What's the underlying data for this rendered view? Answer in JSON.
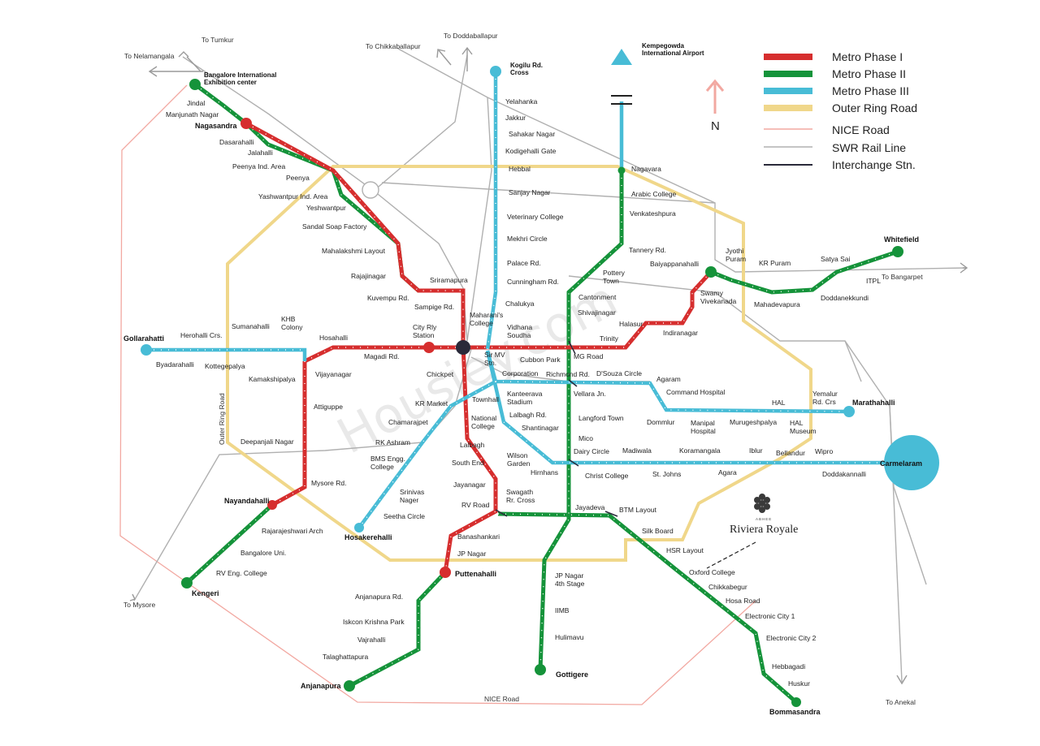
{
  "colors": {
    "phase1": "#d62e2e",
    "phase2": "#15933a",
    "phase3": "#48bcd6",
    "orr": "#f0d78a",
    "nice": "#e7857d",
    "swr": "#9a9a9a",
    "interchange": "#2a2a3a"
  },
  "legend": {
    "items": [
      {
        "label": "Metro Phase I",
        "color": "#d62e2e"
      },
      {
        "label": "Metro Phase II",
        "color": "#15933a"
      },
      {
        "label": "Metro Phase III",
        "color": "#48bcd6"
      },
      {
        "label": "Outer Ring Road",
        "color": "#f0d78a"
      },
      {
        "label": "NICE Road",
        "color": "#f2a8a1"
      },
      {
        "label": "SWR Rail Line",
        "color": "#b0b0b0"
      },
      {
        "label": "Interchange Stn.",
        "color": "#2a2a3a"
      }
    ]
  },
  "compass": {
    "label": "N",
    "icon": "north-arrow-icon"
  },
  "watermark": "Housiey.com",
  "brand": {
    "name": "Riviera Royale",
    "tagline": "ABHEE",
    "icon": "lotus-logo-icon"
  },
  "directions": {
    "tumkur": "To Tumkur",
    "nelamangala": "To Nelamangala",
    "chikkaballapur": "To Chikkaballapur",
    "doddaballapur": "To Doddaballapur",
    "airport": "Kempegowda International Airport",
    "bangarpet": "To Bangarpet",
    "mysore": "To Mysore",
    "anekal": "To Anekal"
  },
  "roads": {
    "orr": "Outer Ring Road",
    "nice": "NICE Road"
  },
  "stations": {
    "biec": "Bangalore International Exhibition center",
    "jindal": "Jindal",
    "manjunath": "Manjunath Nagar",
    "nagasandra": "Nagasandra",
    "dasarahalli": "Dasarahalli",
    "jalahalli": "Jalahalli",
    "peenya_ind": "Peenya Ind. Area",
    "peenya": "Peenya",
    "yeshwantpur_ind": "Yashwantpur Ind. Area",
    "yeshwantpur": "Yeshwantpur",
    "sandal": "Sandal Soap Factory",
    "mahalakshmi": "Mahalakshmi Layout",
    "rajajinagar": "Rajajinagar",
    "kuvempu": "Kuvempu Rd.",
    "sriramapura": "Sriramapura",
    "sampige": "Sampige Rd.",
    "kogilu": "Kogilu Rd. Cross",
    "yelahanka": "Yelahanka",
    "jakkur": "Jakkur",
    "sahakar": "Sahakar Nagar",
    "kodigehalli": "Kodigehalli Gate",
    "hebbal": "Hebbal",
    "sanjay": "Sanjay Nagar",
    "veterinary": "Veterinary College",
    "mekhri": "Mekhri Circle",
    "palace": "Palace Rd.",
    "cunningham": "Cunningham Rd.",
    "chalukya": "Chalukya",
    "maharani": "Maharani's College",
    "vidhana": "Vidhana Soudha",
    "cubbon": "Cubbon Park",
    "mg_road": "MG Road",
    "trinity": "Trinity",
    "halasur": "Halasur",
    "indiranagar": "Indiranagar",
    "swamy": "Swamy Vivekanada",
    "baiyappanahalli": "Baiyappanahalli",
    "jyothi": "Jyothi Puram",
    "kr_puram": "KR Puram",
    "satya_sai": "Satya Sai",
    "whitefield": "Whitefield",
    "itpl": "ITPL",
    "mahadevapura": "Mahadevapura",
    "doddanekkundi": "Doddanekkundi",
    "nagavara": "Nagavara",
    "arabic": "Arabic College",
    "venkatesh": "Venkateshpura",
    "tannery": "Tannery Rd.",
    "pottery": "Pottery Town",
    "cantonment": "Cantonment",
    "shivajinagar": "Shivajinagar",
    "gollarahatti": "Gollarahatti",
    "herohalli": "Herohalli Crs.",
    "byadarahalli": "Byadarahalli",
    "sumanahalli": "Sumanahalli",
    "kottegepalya": "Kottegepalya",
    "khb": "KHB Colony",
    "kamakshipalya": "Kamakshipalya",
    "hosahalli": "Hosahalli",
    "magadi": "Magadi Rd.",
    "city_rly": "City Rly Station",
    "vijayanagar": "Vijayanagar",
    "attiguppe": "Attiguppe",
    "deepanjali": "Deepanjali Nagar",
    "mysore_rd": "Mysore Rd.",
    "nayandahalli": "Nayandahalli",
    "rajarajeshwari": "Rajarajeshwari Arch",
    "bangalore_uni": "Bangalore Uni.",
    "rv_eng": "RV Eng. College",
    "kengeri": "Kengeri",
    "sir_mv": "Sir MV Stn.",
    "corporation": "Corporation",
    "richmond": "Richmond Rd.",
    "dsouza": "D'Souza Circle",
    "agaram": "Agaram",
    "command": "Command Hospital",
    "dommlur": "Dommlur",
    "manipal": "Manipal Hospital",
    "murugesh": "Murugeshpalya",
    "hal": "HAL",
    "hal_museum": "HAL Museum",
    "yemalur": "Yemalur Rd. Crs",
    "marathahalli": "Marathahalli",
    "chickpet": "Chickpet",
    "kr_market": "KR Market",
    "townhall": "Townhall",
    "kanteerava": "Kanteerava Stadium",
    "vellara": "Vellara Jn.",
    "langford": "Langford Town",
    "chamarajpet": "Chamarajpet",
    "national": "National College",
    "lalbagh_rd": "Lalbagh Rd.",
    "shantinagar": "Shantinagar",
    "mico": "Mico",
    "rk_ashram": "RK Ashram",
    "bms": "BMS Engg. College",
    "srinivas": "Srinivas Nager",
    "seetha": "Seetha Circle",
    "hosakerehalli": "Hosakerehalli",
    "lalbagh": "Lalbagh",
    "south_end": "South End",
    "wilson": "Wilson Garden",
    "hirnhans": "Hirnhans",
    "dairy": "Dairy Circle",
    "christ": "Christ College",
    "madiwala": "Madiwala",
    "st_johns": "St. Johns",
    "koramangala": "Koramangala",
    "agara": "Agara",
    "iblur": "Iblur",
    "bellandur": "Bellandur",
    "wipro": "Wipro",
    "doddakannalli": "Doddakannalli",
    "carmelaram": "Carmelaram",
    "jayanagar": "Jayanagar",
    "rv_road": "RV Road",
    "swagath": "Swagath Rr. Cross",
    "jayadeva": "Jayadeva",
    "btm": "BTM Layout",
    "silk_board": "Silk Board",
    "hsr": "HSR Layout",
    "oxford": "Oxford College",
    "chikkabegur": "Chikkabegur",
    "hosa_road": "Hosa Road",
    "ec1": "Electronic City 1",
    "ec2": "Electronic City 2",
    "hebbagadi": "Hebbagadi",
    "huskur": "Huskur",
    "bommasandra": "Bommasandra",
    "banashankari": "Banashankari",
    "jp_nagar": "JP Nagar",
    "puttenahalli": "Puttenahalli",
    "anjanapura_rd": "Anjanapura Rd.",
    "iskcon": "Iskcon Krishna Park",
    "vajrahalli": "Vajrahalli",
    "talaghattapura": "Talaghattapura",
    "anjanapura": "Anjanapura",
    "jp4": "JP Nagar 4th Stage",
    "iimb": "IIMB",
    "hulimavu": "Hulimavu",
    "gottigere": "Gottigere"
  }
}
